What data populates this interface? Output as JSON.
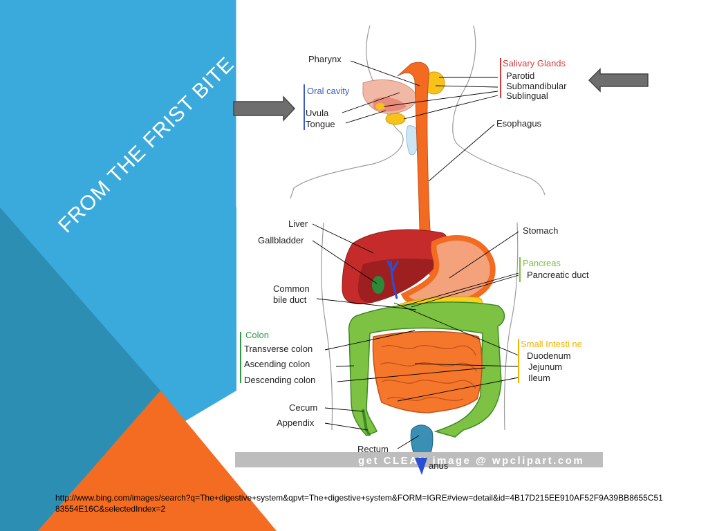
{
  "slide": {
    "title": "FROM THE FRIST BITE",
    "colors": {
      "blue": "#3AA9DB",
      "dark_blue": "#2D8EB4",
      "orange": "#F36C21"
    }
  },
  "diagram": {
    "labels": {
      "pharynx": "Pharynx",
      "oral_cavity": "Oral cavity",
      "uvula": "Uvula",
      "tongue": "Tongue",
      "salivary_glands": "Salivary Glands",
      "parotid": "Parotid",
      "submandibular": "Submandibular",
      "sublingual": "Sublingual",
      "esophagus": "Esophagus",
      "liver": "Liver",
      "gallbladder": "Gallbladder",
      "common": "Common",
      "bile_duct": "bile duct",
      "stomach": "Stomach",
      "pancreas": "Pancreas",
      "pancreatic_duct": "Pancreatic duct",
      "colon": "Colon",
      "transverse_colon": "Transverse colon",
      "ascending_colon": "Ascending colon",
      "descending_colon": "Descending colon",
      "small_intestine": "Small Intesti ne",
      "duodenum": "Duodenum",
      "jejunum": "Jejunum",
      "ileum": "Ileum",
      "cecum": "Cecum",
      "appendix": "Appendix",
      "rectum": "Rectum",
      "anus": "anus"
    },
    "watermark": "get CLEAN image @ wpclipart.com",
    "colors": {
      "oral_group": "#3B5BC9",
      "salivary_group": "#D43C3C",
      "pancreas_group": "#7DC242",
      "colon_group": "#2E9B46",
      "small_intestine_group": "#F2B200"
    }
  },
  "source_url": "http://www.bing.com/images/search?q=The+digestive+system&qpvt=The+digestive+system&FORM=IGRE#view=detail&id=4B17D215EE910AF52F9A39BB8655C5183554E16C&selectedIndex=2"
}
